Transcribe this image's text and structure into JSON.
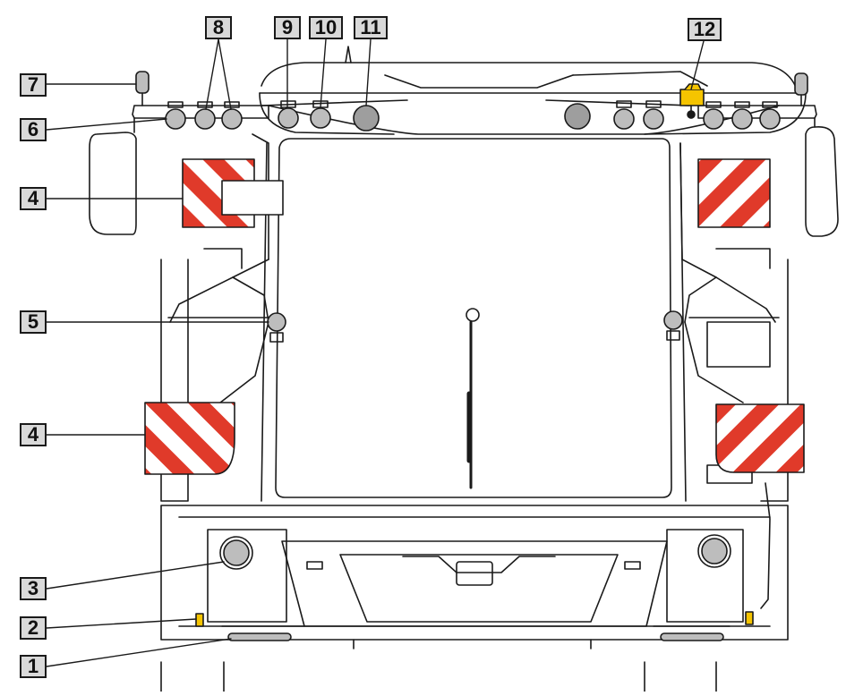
{
  "diagram": {
    "callouts": [
      {
        "id": "c1",
        "label": "1"
      },
      {
        "id": "c2",
        "label": "2"
      },
      {
        "id": "c3",
        "label": "3"
      },
      {
        "id": "c4a",
        "label": "4"
      },
      {
        "id": "c4b",
        "label": "4"
      },
      {
        "id": "c5",
        "label": "5"
      },
      {
        "id": "c6",
        "label": "6"
      },
      {
        "id": "c7",
        "label": "7"
      },
      {
        "id": "c8",
        "label": "8"
      },
      {
        "id": "c9",
        "label": "9"
      },
      {
        "id": "c10",
        "label": "10"
      },
      {
        "id": "c11",
        "label": "11"
      },
      {
        "id": "c12",
        "label": "12"
      }
    ],
    "colors": {
      "line": "#1a1a1a",
      "warning_red": "#e03a2a",
      "warning_white": "#ffffff",
      "lamp_fill": "#bdbdbd",
      "beacon_yellow": "#f5c400",
      "callout_bg": "#d9d9d9"
    }
  }
}
